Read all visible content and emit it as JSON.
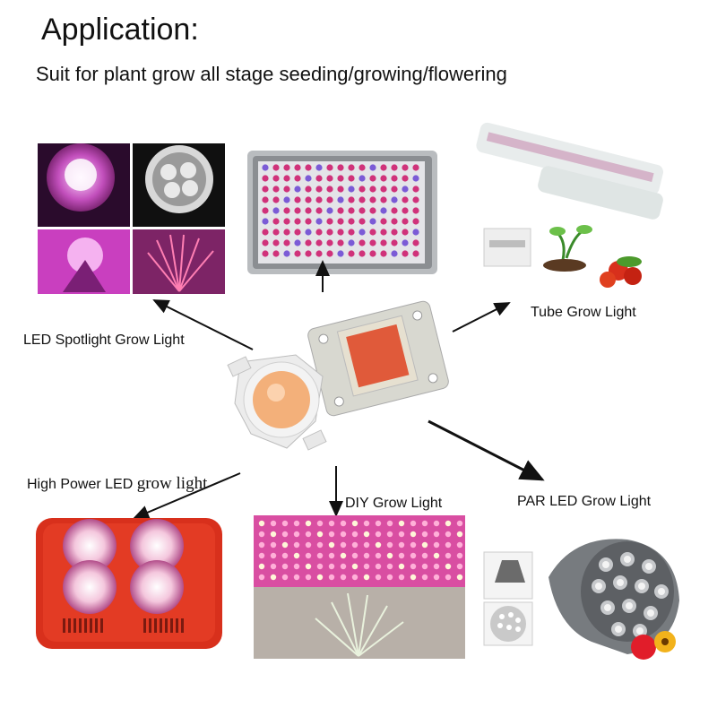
{
  "header": {
    "title": "Application:",
    "subtitle": "Suit for plant grow all stage seeding/growing/flowering"
  },
  "labels": {
    "spotlight": "LED Spotlight Grow Light",
    "tube": "Tube Grow Light",
    "high_power_a": "High Power LED",
    "high_power_b": "grow light",
    "diy": "DIY Grow Light",
    "par": "PAR LED Grow Light"
  },
  "colors": {
    "panel_led": "#d0327a",
    "spot_pink": "#d84fd0",
    "red_housing": "#d8301c",
    "cob_orange": "#e05a3a"
  }
}
